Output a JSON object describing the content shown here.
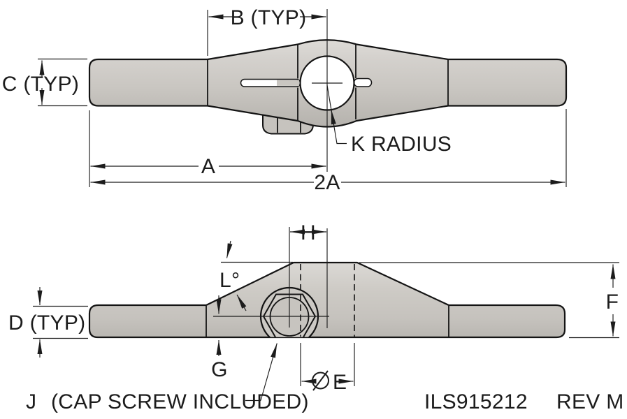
{
  "drawing": {
    "views": {
      "top": {
        "dimension_labels": {
          "b": "B (TYP)",
          "c": "C (TYP)",
          "a": "A",
          "two_a": "2A",
          "k_radius": "K RADIUS"
        }
      },
      "side": {
        "dimension_labels": {
          "h": "H",
          "l_angle": "L°",
          "d": "D (TYP)",
          "g": "G",
          "e_diameter": "E",
          "f": "F"
        },
        "callouts": {
          "j_letter": "J",
          "j_text": "(CAP SCREW INCLUDED)"
        }
      }
    },
    "title_block": {
      "part_number": "ILS915212",
      "revision": "REV M"
    },
    "colors": {
      "part_fill": "#cbc8c3",
      "part_fill_light": "#dedcd8",
      "part_fill_dark": "#b7b4af",
      "outline": "#141414",
      "dimension_lines": "#1c1c1c",
      "background": "#ffffff"
    }
  }
}
